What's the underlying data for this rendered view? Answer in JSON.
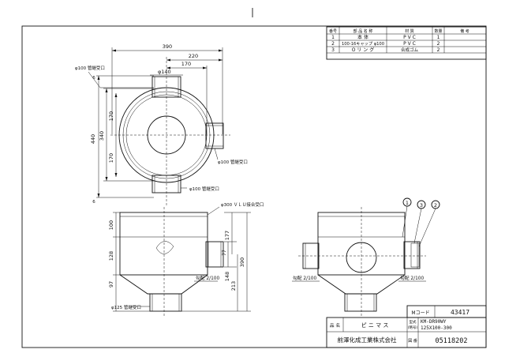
{
  "parts_table": {
    "headers": [
      "番号",
      "部 品 名 称",
      "材 質",
      "数量",
      "備 考"
    ],
    "rows": [
      {
        "no": "1",
        "name": "本 体",
        "material": "P V C",
        "qty": "1",
        "note": ""
      },
      {
        "no": "2",
        "name": "100-16キャップ φ100",
        "material": "P V C",
        "qty": "2",
        "note": ""
      },
      {
        "no": "3",
        "name": "O リ ン グ",
        "material": "合成ゴム",
        "qty": "2",
        "note": ""
      }
    ]
  },
  "plan_view": {
    "dims_top": [
      "390",
      "220",
      "170"
    ],
    "phi140": "φ140",
    "label_top_outlet": "φ100 管継受口",
    "label_right_outlet": "φ100 管継受口",
    "label_bottom_outlet": "φ100 管継受口",
    "dims_left": [
      "440",
      "340",
      "170",
      "170"
    ],
    "dim_small_top": "6",
    "dim_small_bottom": "6"
  },
  "front_view": {
    "label_top": "φ300 ＶＬＵ接合受口",
    "dims_left": [
      "100",
      "128",
      "97"
    ],
    "dims_right": [
      "177",
      "77",
      "148",
      "213",
      "390"
    ],
    "slope_label": "勾配 2/100",
    "label_bottom": "φ125 管継受口"
  },
  "side_view": {
    "balloons": [
      "1",
      "3",
      "2"
    ],
    "slope_left": "勾配 2/100",
    "slope_right": "勾配 2/100"
  },
  "title_block": {
    "mcode_label": "Mコード",
    "mcode_value": "43417",
    "name_label": "品 名",
    "name_value": "ピ ニ マ ス",
    "model_label_1": "型式",
    "model_label_2": "(略号)",
    "model_value_1": "KM-DR90WY",
    "model_value_2": "125X100-300",
    "company": "前澤化成工業株式会社",
    "drawing_no_label": "図 番",
    "drawing_no_value": "05118202"
  }
}
